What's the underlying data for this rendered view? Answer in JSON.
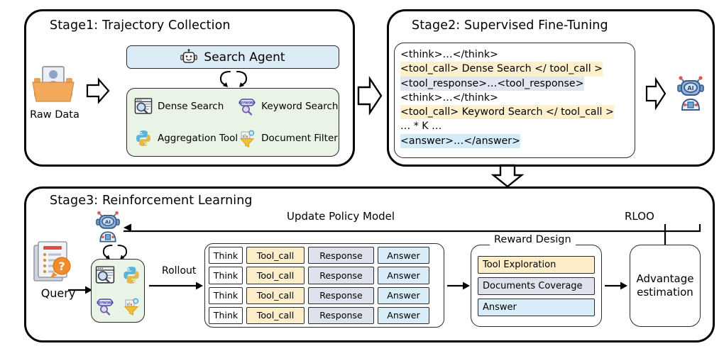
{
  "diagram": {
    "title_sr": "Three stage training pipeline diagram"
  },
  "stage1": {
    "title": "Stage1: Trajectory Collection",
    "agent_label": "Search Agent",
    "agent_icon": "robot-icon",
    "raw_data_label": "Raw Data",
    "raw_data_icon": "folder-document-icon",
    "cycle_icon": "cycle-arrows-icon",
    "tools": [
      {
        "label": "Dense Search",
        "icon": "dense-search-icon"
      },
      {
        "label": "Keyword Search",
        "icon": "keyword-search-icon"
      },
      {
        "label": "Aggregation Tool",
        "icon": "python-icon"
      },
      {
        "label": "Document Filter",
        "icon": "funnel-filter-icon"
      }
    ]
  },
  "stage2": {
    "title": "Stage2: Supervised Fine-Tuning",
    "model_icon": "ai-robot-icon",
    "code_lines": [
      {
        "text": "<think>…</think>",
        "highlight": "none"
      },
      {
        "text": "<tool_call> Dense Search  </ tool_call >",
        "highlight": "yellow"
      },
      {
        "text": "<tool_response>…<tool_response>",
        "highlight": "gray"
      },
      {
        "text": "<think>…</think>",
        "highlight": "none"
      },
      {
        "text": "<tool_call> Keyword Search </ tool_call >",
        "highlight": "yellow"
      },
      {
        "text": "… * K …",
        "highlight": "none"
      },
      {
        "text": "<answer>…</answer>",
        "highlight": "blue"
      }
    ]
  },
  "stage3": {
    "title": "Stage3: Reinforcement Learning",
    "query_label": "Query",
    "query_icon": "document-question-icon",
    "policy_model_icon": "ai-robot-icon",
    "cycle_icon": "cycle-arrows-icon",
    "rollout_label": "Rollout",
    "update_policy_label": "Update Policy Model",
    "rloo_label": "RLOO",
    "advantage_label": "Advantage\nestimation",
    "advantage_line1": "Advantage",
    "advantage_line2": "estimation",
    "mini_tools": [
      {
        "icon": "dense-search-icon"
      },
      {
        "icon": "python-icon"
      },
      {
        "icon": "keyword-search-icon"
      },
      {
        "icon": "funnel-filter-icon"
      }
    ],
    "rollout_columns": [
      "Think",
      "Tool_call",
      "Response",
      "Answer"
    ],
    "rollout_rows": [
      [
        "Think",
        "Tool_call",
        "Response",
        "Answer"
      ],
      [
        "Think",
        "Tool_call",
        "Response",
        "Answer"
      ],
      [
        "Think",
        "Tool_call",
        "Response",
        "Answer"
      ],
      [
        "Think",
        "Tool_call",
        "Response",
        "Answer"
      ]
    ],
    "reward": {
      "legend": "Reward Design",
      "items": [
        {
          "label": "Tool Exploration",
          "color": "yellow"
        },
        {
          "label": "Documents Coverage",
          "color": "gray"
        },
        {
          "label": "Answer",
          "color": "blue"
        }
      ]
    }
  },
  "colors": {
    "agent_bar_bg": "#dcecf7",
    "tools_panel_bg": "#e9f3e6",
    "highlight_yellow": "#fdf0cd",
    "highlight_gray": "#e2e6f0",
    "highlight_blue": "#d4ecf7",
    "cell_toolcall": "#fbeec8",
    "cell_response": "#dde2ed",
    "cell_answer": "#d8edf8",
    "ink": "#000000"
  }
}
